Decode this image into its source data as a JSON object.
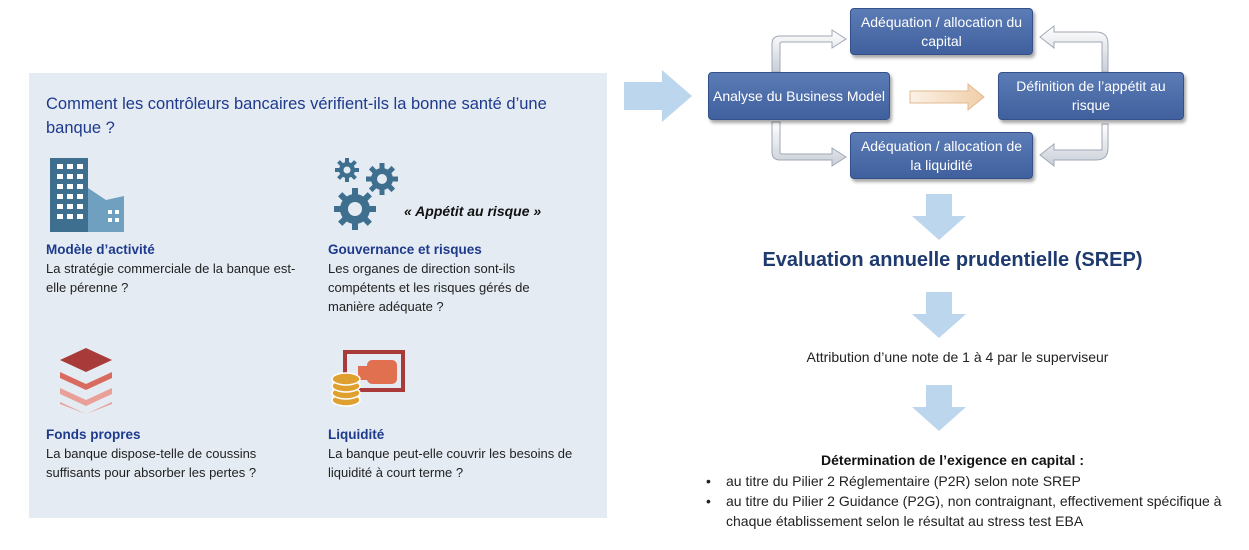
{
  "panel": {
    "title": "Comment les contrôleurs bancaires vérifient-ils la bonne santé d’une banque ?",
    "appetit_label": "« Appétit au risque »",
    "items": [
      {
        "title": "Modèle d’activité",
        "desc": "La stratégie commerciale de la banque est-elle pérenne ?",
        "icon": "building-icon"
      },
      {
        "title": "Gouvernance et risques",
        "desc": "Les organes de direction sont-ils compétents et les risques gérés de manière adéquate ?",
        "icon": "gears-icon"
      },
      {
        "title": "Fonds propres",
        "desc": "La banque dispose-telle de coussins suffisants pour absorber les pertes ?",
        "icon": "layers-icon"
      },
      {
        "title": "Liquidité",
        "desc": "La banque peut-elle couvrir les besoins de liquidité à court terme ?",
        "icon": "coins-icon"
      }
    ]
  },
  "diagram": {
    "boxes": {
      "business_model": "Analyse du Business Model",
      "capital": "Adéquation / allocation du capital",
      "appetit": "Définition de l’appétit au risque",
      "liquidite": "Adéquation / allocation de la liquidité"
    }
  },
  "srep": "Evaluation annuelle prudentielle (SREP)",
  "note": "Attribution d’une note de 1 à 4 par le superviseur",
  "determination": {
    "title": "Détermination de l’exigence en capital :",
    "bullets": [
      "au titre du Pilier 2 Réglementaire (P2R) selon note SREP",
      "au titre du Pilier 2 Guidance (P2G), non contraignant, effectivement spécifique à chaque établissement selon le résultat au stress test EBA"
    ]
  },
  "colors": {
    "panel_bg": "#e4ebf3",
    "title_blue": "#1e3a8c",
    "box_blue": "#4a6aa8",
    "arrow_light": "#bcd6ee"
  }
}
